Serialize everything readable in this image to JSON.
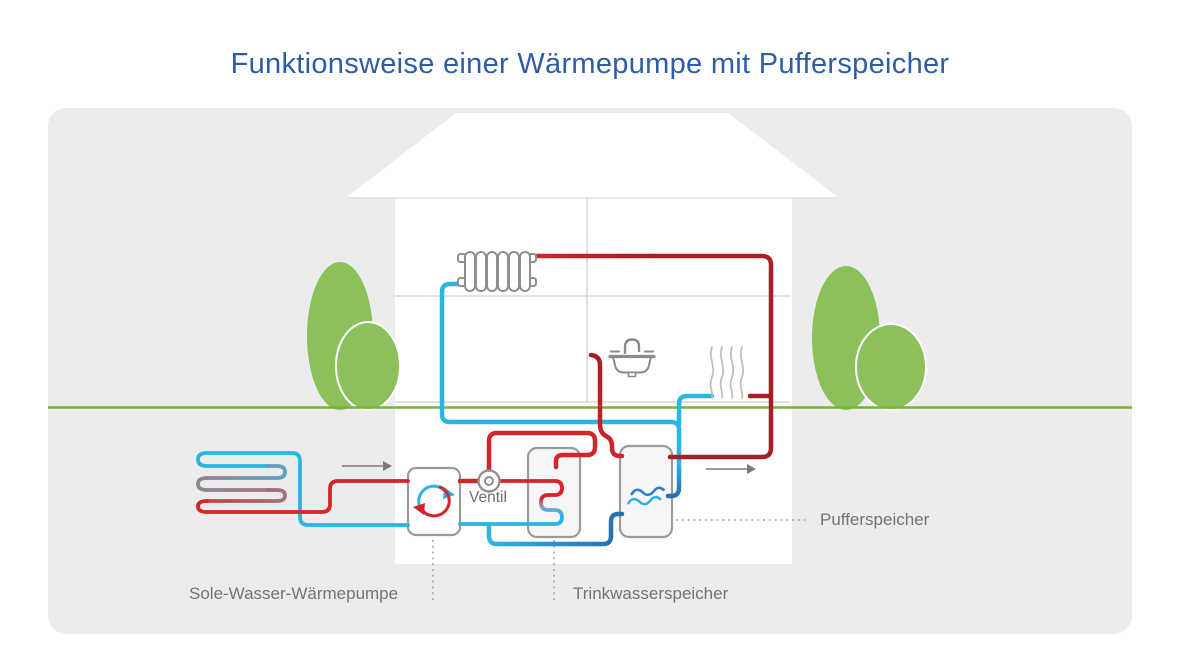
{
  "title": {
    "text": "Funktionsweise einer Wärmepumpe mit Pufferspeicher"
  },
  "diagram": {
    "labels": {
      "heat_pump": "Sole-Wasser-Wärmepumpe",
      "dhw_tank": "Trinkwasserspeicher",
      "buffer_tank": "Pufferspeicher",
      "valve": "Ventil"
    },
    "icons": {
      "radiator": "radiator-icon",
      "sink": "sink-faucet-icon",
      "heat_waves": "heat-waves-icon",
      "cycle": "refresh-cycle-icon",
      "valve": "valve-circle-icon",
      "waves": "water-wave-icon",
      "ground_loop": "ground-collector-coil",
      "flow_arrows": "flow-arrow-icon",
      "bushes": "bush-icon"
    },
    "colors": {
      "title_blue": "#2e5da6",
      "pipe_hot": "#d5242c",
      "pipe_hot_dark": "#a61f24",
      "pipe_cold": "#2ab5e4",
      "pipe_cold_dark": "#2270b2",
      "pipe_neutral_gray": "#8b8793",
      "ground_green": "#74b62d",
      "bush_green": "#8cc05a",
      "panel_bg": "#ececed",
      "outline_gray": "#9b9b9b",
      "label_gray": "#747474"
    }
  }
}
